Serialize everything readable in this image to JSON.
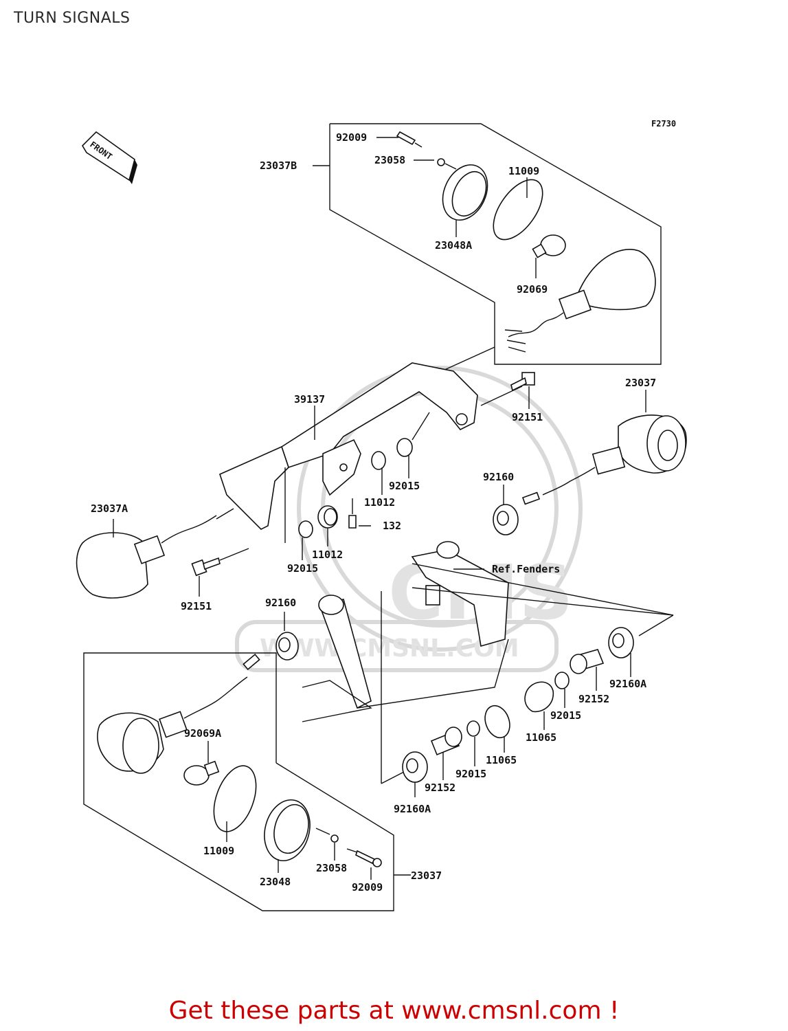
{
  "page": {
    "title": "TURN SIGNALS"
  },
  "diagram": {
    "figure_code": "F2730",
    "front_label": "FRONT",
    "watermark": {
      "line1": "CMS",
      "line2": "WWW.CMSNL.COM"
    },
    "callouts": {
      "c92009_top": "92009",
      "c23058_top": "23058",
      "c23037B": "23037B",
      "c11009_top": "11009",
      "c23048A": "23048A",
      "c92069": "92069",
      "c92151_right": "92151",
      "c23037_right": "23037",
      "c39137": "39137",
      "c92015_a": "92015",
      "c11012_a": "11012",
      "c92160_a": "92160",
      "c23037A": "23037A",
      "c132": "132",
      "c92015_b": "92015",
      "c11012_b": "11012",
      "c92151_left": "92151",
      "ref_fenders": "Ref.Fenders",
      "c92160_b": "92160",
      "c92160A_right": "92160A",
      "c92152_right": "92152",
      "c92015_c": "92015",
      "c11065_a": "11065",
      "c92069A": "92069A",
      "c11065_b": "11065",
      "c92015_d": "92015",
      "c92152_lower": "92152",
      "c92160A_lower": "92160A",
      "c11009_bottom": "11009",
      "c23048": "23048",
      "c23058_bottom": "23058",
      "c92009_bottom": "92009",
      "c23037_bottom": "23037"
    }
  },
  "footer": {
    "cta": "Get these parts at www.cmsnl.com !"
  },
  "colors": {
    "cta": "#cc0000",
    "ink": "#111111",
    "watermark": "#d9d9d9"
  }
}
